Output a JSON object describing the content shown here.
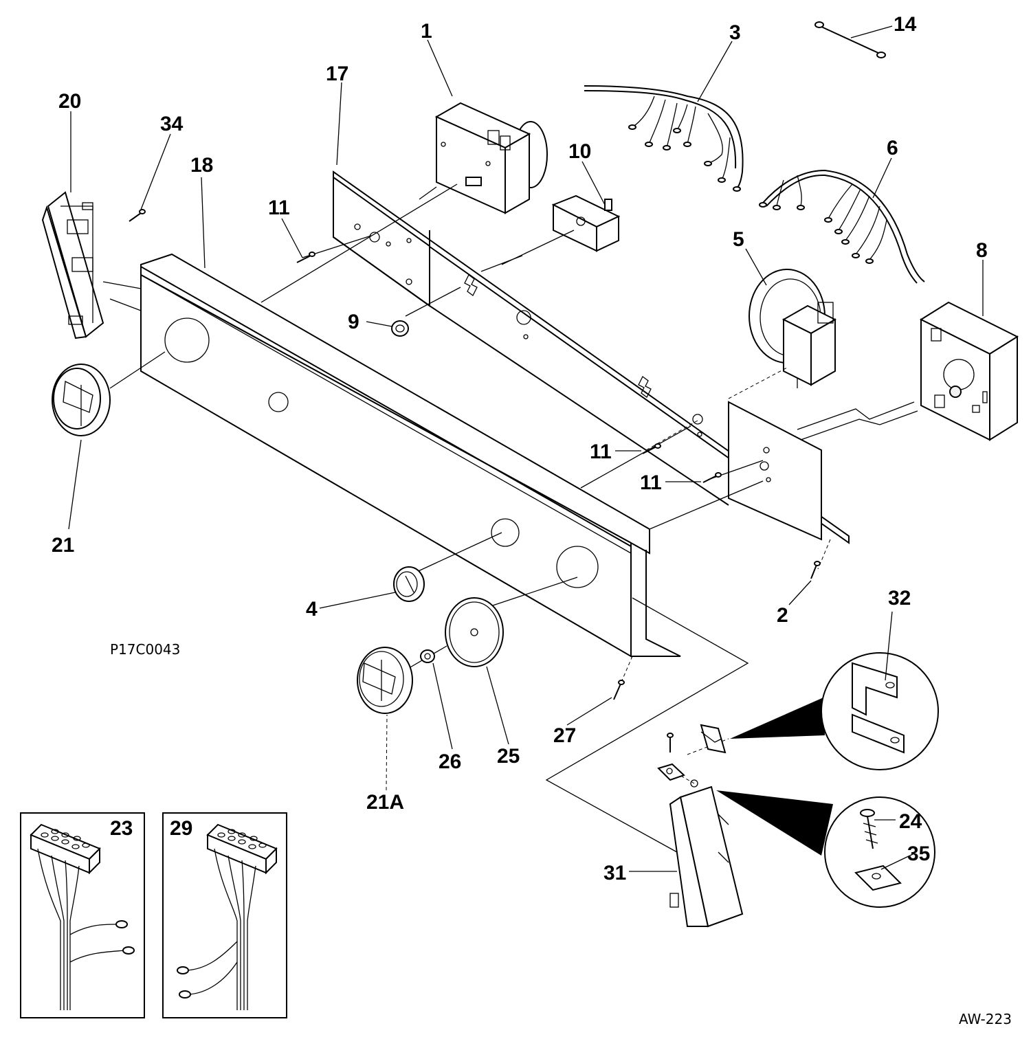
{
  "diagram": {
    "figure_code": "P17C0043",
    "drawing_code": "AW-223",
    "callouts": {
      "c1": "1",
      "c2": "2",
      "c3": "3",
      "c4": "4",
      "c5": "5",
      "c6": "6",
      "c8": "8",
      "c9": "9",
      "c10": "10",
      "c11a": "11",
      "c11b": "11",
      "c11c": "11",
      "c14": "14",
      "c17": "17",
      "c18": "18",
      "c20": "20",
      "c21": "21",
      "c21a": "21A",
      "c23": "23",
      "c24": "24",
      "c25": "25",
      "c26": "26",
      "c27": "27",
      "c29": "29",
      "c31": "31",
      "c32": "32",
      "c34": "34",
      "c35": "35"
    }
  }
}
